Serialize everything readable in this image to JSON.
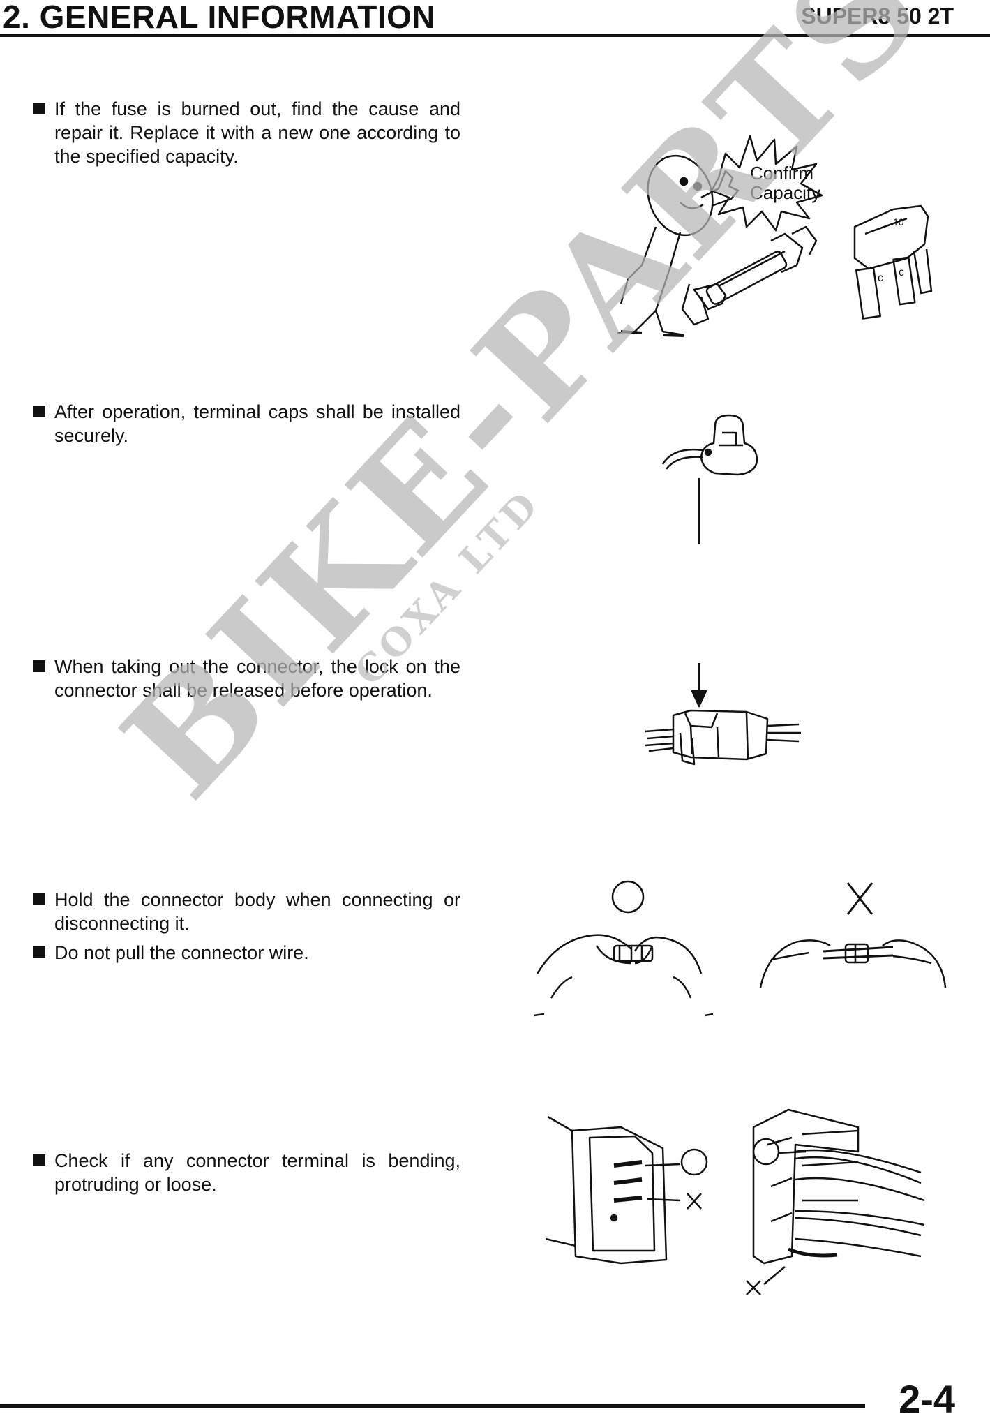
{
  "header": {
    "section_title": "2. GENERAL INFORMATION",
    "model": "SUPER8 50 2T"
  },
  "instructions": [
    {
      "text": "If the fuse is burned out, find the cause and repair it.  Replace it with a new one according to the specified capacity."
    },
    {
      "text": "After operation, terminal caps shall be installed securely."
    },
    {
      "text": "When taking out the connector, the lock on the connector shall be released before operation."
    },
    {
      "text": "Hold the connector body when connecting or disconnecting it."
    },
    {
      "text": "Do not pull the connector wire."
    },
    {
      "text": "Check if any connector terminal is bending, protruding or loose."
    }
  ],
  "illustrations": {
    "fuse": {
      "callout_line1": "Confirm",
      "callout_line2": "Capacity"
    },
    "hold_connector": {
      "correct_mark": "O",
      "wrong_mark": "X"
    },
    "terminal_check": {
      "correct_mark": "O",
      "wrong_mark": "X"
    }
  },
  "watermark": {
    "main": "BIKE-PARTS",
    "sub": "COXA LTD"
  },
  "footer": {
    "page_number": "2-4"
  }
}
